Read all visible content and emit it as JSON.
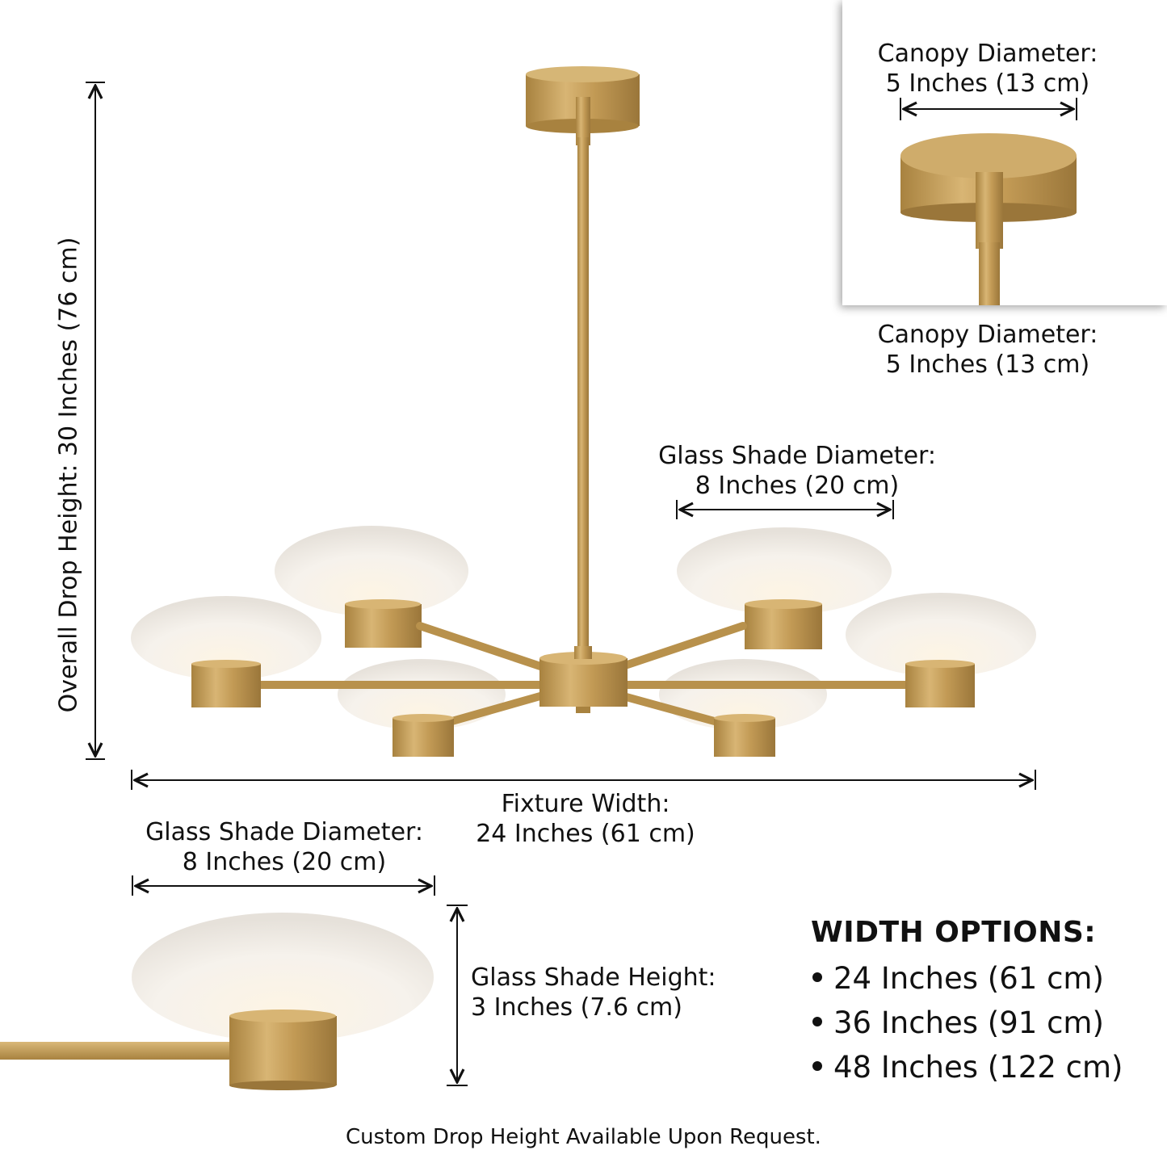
{
  "canopy_inset": {
    "label_line1": "Canopy Diameter:",
    "label_line2": "5 Inches (13 cm)"
  },
  "canopy_outside": {
    "label_line1": "Canopy Diameter:",
    "label_line2": "5 Inches (13 cm)"
  },
  "overall_drop": {
    "label": "Overall Drop Height: 30 Inches (76 cm)"
  },
  "shade_diameter_main": {
    "label_line1": "Glass Shade Diameter:",
    "label_line2": "8 Inches (20 cm)"
  },
  "fixture_width": {
    "label_line1": "Fixture Width:",
    "label_line2": "24 Inches (61 cm)"
  },
  "shade_diameter_detail": {
    "label_line1": "Glass Shade Diameter:",
    "label_line2": "8 Inches (20 cm)"
  },
  "shade_height": {
    "label_line1": "Glass Shade Height:",
    "label_line2": "3 Inches (7.6 cm)"
  },
  "width_options": {
    "title": "WIDTH OPTIONS:",
    "items": [
      "24 Inches (61 cm)",
      "36 Inches (91 cm)",
      "48 Inches (122 cm)"
    ]
  },
  "footer": "Custom Drop Height Available Upon Request.",
  "colors": {
    "brass": "#c9a25c",
    "glass": "#f7f3ee",
    "line": "#111111"
  }
}
